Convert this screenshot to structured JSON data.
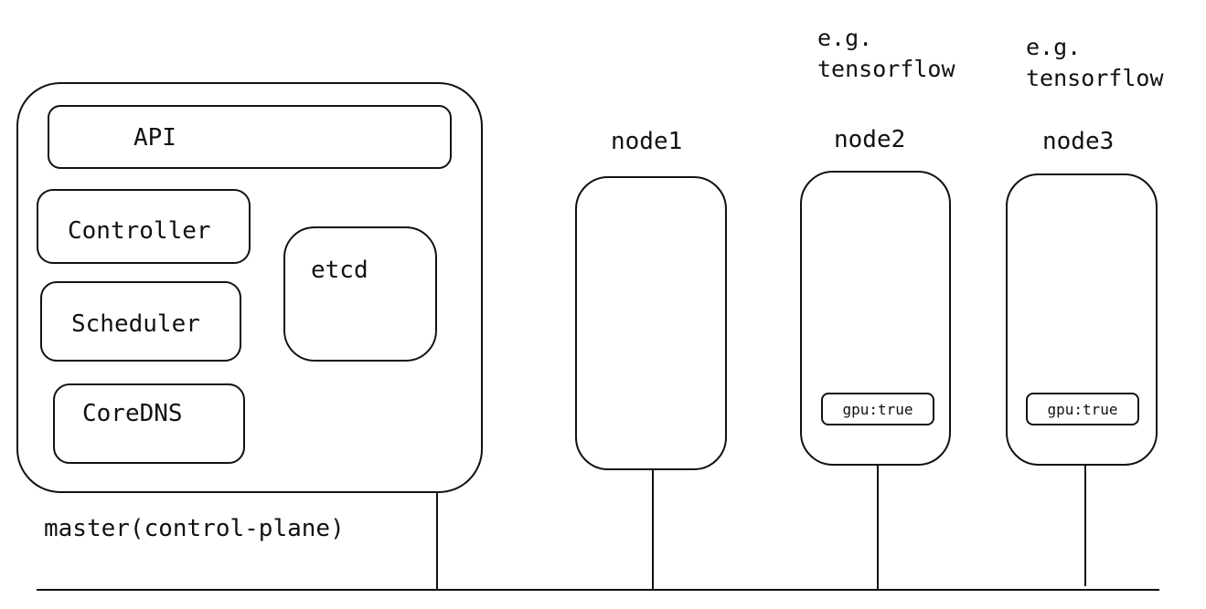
{
  "master": {
    "label": "master(control-plane)",
    "components": {
      "api": "API",
      "controller": "Controller",
      "scheduler": "Scheduler",
      "coredns": "CoreDNS",
      "etcd": "etcd"
    }
  },
  "nodes": [
    {
      "name": "node1",
      "note": "",
      "tag": ""
    },
    {
      "name": "node2",
      "note": "e.g.\ntensorflow",
      "tag": "gpu:true"
    },
    {
      "name": "node3",
      "note": "e.g.\ntensorflow",
      "tag": "gpu:true"
    }
  ]
}
